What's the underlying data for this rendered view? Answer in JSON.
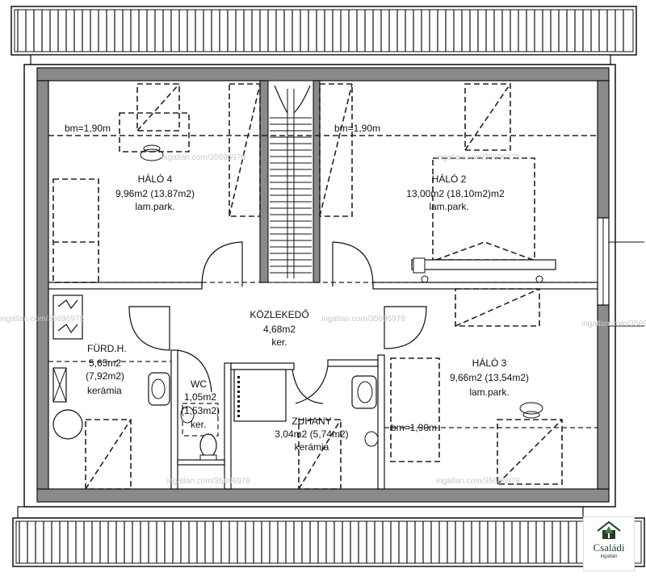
{
  "rooms": {
    "halo4": {
      "name": "HÁLÓ 4",
      "area": "9,96m2 (13,87m2)",
      "floor": "lam.park."
    },
    "halo2": {
      "name": "HÁLÓ 2",
      "area": "13,00m2 (18,10m2)m2",
      "floor": "lam.park."
    },
    "kozlekedo": {
      "name": "KÖZLEKEDŐ",
      "area": "4,68m2",
      "floor": "ker."
    },
    "furdo": {
      "name": "FÜRD.H.",
      "area": "5,65m2",
      "area2": "(7,92m2)",
      "floor": "kerámia"
    },
    "wc": {
      "name": "WC",
      "area": "1,05m2",
      "area2": "(1,53m2)",
      "floor": "ker."
    },
    "zuhany": {
      "name": "ZUHANY",
      "area": "3,04m2 (5,74m2)",
      "floor": "kerámia"
    },
    "halo3": {
      "name": "HÁLÓ 3",
      "area": "9,66m2 (13,54m2)",
      "floor": "lam.park."
    }
  },
  "height_marks": {
    "bm1": "bm=1,90m",
    "bm2": "bm=1,90m",
    "bm3": "bm=1,90m"
  },
  "watermark": "ingatlan.com/35696978",
  "logo": {
    "name": "Családi",
    "sub": "ingatlan"
  }
}
